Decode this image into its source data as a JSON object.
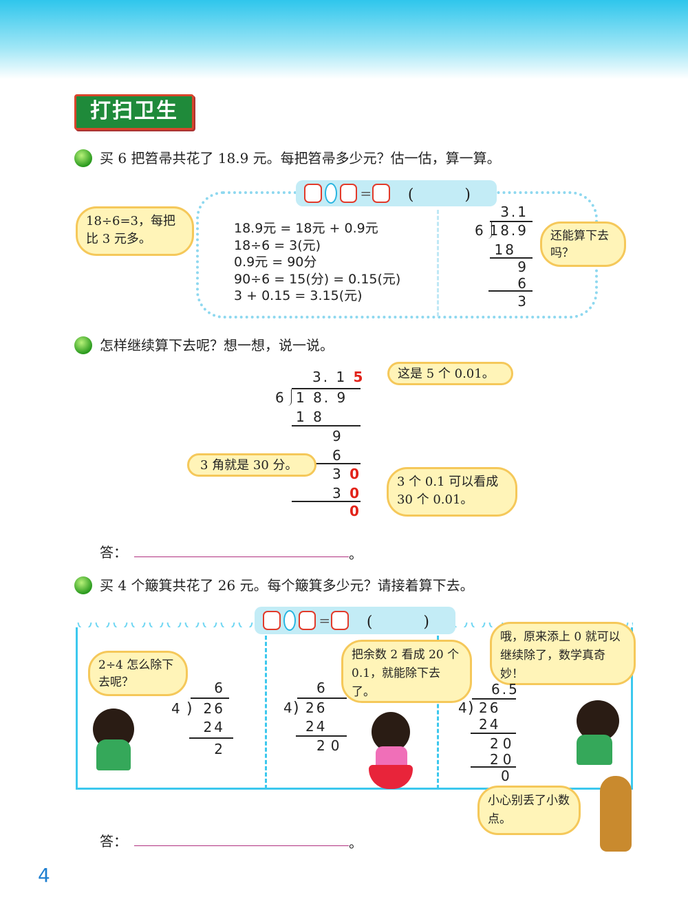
{
  "header": {
    "title": "打扫卫生"
  },
  "q1": {
    "text": "买 6 把笤帚共花了 18.9 元。每把笤帚多少元？估一估，算一算。",
    "eq_paren": "(　)",
    "bubble_left": "18÷6=3，每把比 3 元多。",
    "work": [
      "18.9元 = 18元 + 0.9元",
      "18÷6 = 3(元)",
      "0.9元 = 90分",
      "90÷6 = 15(分) = 0.15(元)",
      "3 + 0.15 = 3.15(元)"
    ],
    "division": {
      "quotient": "3.1",
      "divisor": "6",
      "dividend": "18.9",
      "steps": [
        "18",
        "9",
        "6",
        "3"
      ]
    },
    "bubble_right": "还能算下去吗？"
  },
  "q2": {
    "text": "怎样继续算下去呢？想一想，说一说。",
    "division": {
      "quotient": "3. 1",
      "quotient_red": "5",
      "divisor": "6",
      "dividend": "1 8. 9",
      "steps": [
        "1 8",
        "9",
        "6",
        "3",
        "0",
        "3",
        "0",
        "0"
      ]
    },
    "bubble_top": "这是 5 个 0.01。",
    "bubble_left": "3 角就是 30 分。",
    "bubble_right": "3 个 0.1 可以看成 30 个 0.01。",
    "answer_label": "答：",
    "answer_end": "。"
  },
  "q3": {
    "text": "买 4 个簸箕共花了 26 元。每个簸箕多少元？请接着算下去。",
    "eq_paren": "(　)",
    "panel1": {
      "bubble": "2÷4 怎么除下去呢？",
      "quotient": "6",
      "divisor": "4",
      "dividend": "26",
      "steps": [
        "24",
        "2"
      ]
    },
    "panel2": {
      "bubble": "把余数 2 看成 20 个 0.1，就能除下去了。",
      "quotient": "6",
      "divisor": "4",
      "dividend": "26",
      "steps": [
        "24",
        "20"
      ]
    },
    "panel3": {
      "bubble": "哦，原来添上 0 就可以继续除了，数学真奇妙！",
      "quotient": "6.5",
      "divisor": "4",
      "dividend": "26",
      "steps": [
        "24",
        "20",
        "20",
        "0"
      ]
    },
    "dog_bubble": "小心别丢了小数点。",
    "answer_label": "答：",
    "answer_end": "。"
  },
  "footer": {
    "page_number": "4"
  },
  "colors": {
    "accent": "#3cc8ee",
    "title_bg": "#1f8a3a",
    "red": "#e2231a",
    "page_number": "#1e7fd0"
  }
}
